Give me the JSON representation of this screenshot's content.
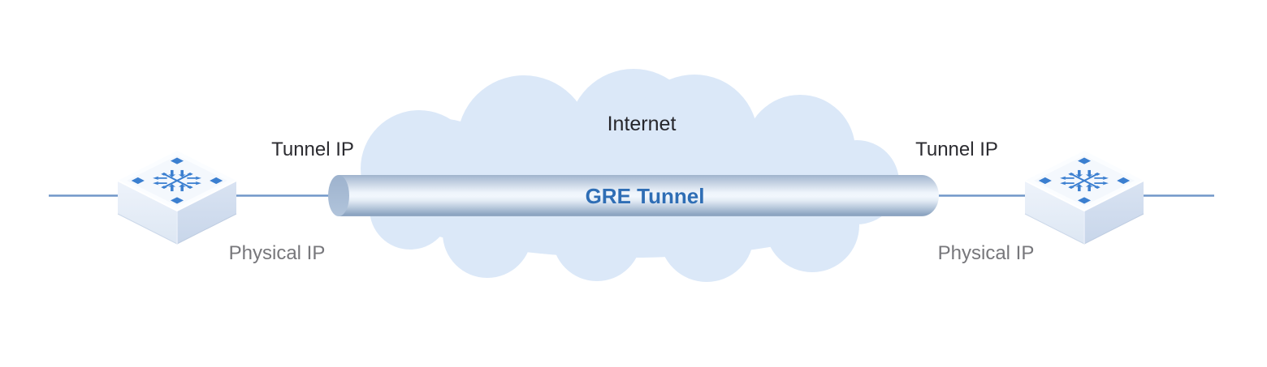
{
  "diagram": {
    "internet": {
      "label": "Internet"
    },
    "tunnel": {
      "label": "GRE Tunnel"
    },
    "left_endpoint": {
      "tunnel_ip_label": "Tunnel IP",
      "physical_ip_label": "Physical IP"
    },
    "right_endpoint": {
      "tunnel_ip_label": "Tunnel IP",
      "physical_ip_label": "Physical IP"
    },
    "colors": {
      "link_line": "#7097c9",
      "cloud_fill": "#dbe8f8",
      "tunnel_label_text": "#2f6eb5",
      "dark_label_text": "#2b2b30",
      "gray_label_text": "#77777b",
      "router_accent": "#3b7fd0"
    }
  }
}
